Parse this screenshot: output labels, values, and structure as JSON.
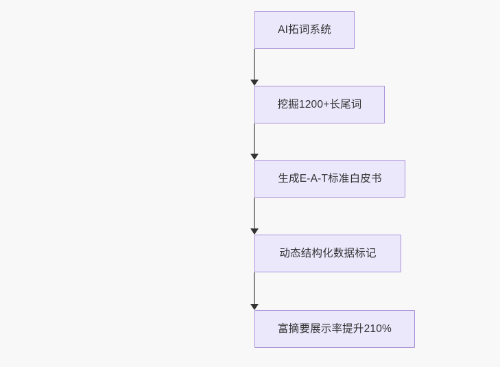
{
  "diagram": {
    "type": "flowchart",
    "direction": "top-to-bottom",
    "background_color": "#f8f8f8",
    "node_fill_color": "#ebe8fc",
    "node_border_color": "#a98fd8",
    "node_text_color": "#333333",
    "edge_line_color": "#888888",
    "edge_arrow_color": "#333333",
    "nodes": [
      {
        "id": "n0",
        "label": "AI拓词系统"
      },
      {
        "id": "n1",
        "label": "挖掘1200+长尾词"
      },
      {
        "id": "n2",
        "label": "生成E-A-T标准白皮书"
      },
      {
        "id": "n3",
        "label": "动态结构化数据标记"
      },
      {
        "id": "n4",
        "label": "富摘要展示率提升210%"
      }
    ],
    "edges": [
      {
        "from": "n0",
        "to": "n1",
        "label": ""
      },
      {
        "from": "n1",
        "to": "n2",
        "label": ""
      },
      {
        "from": "n2",
        "to": "n3",
        "label": ""
      },
      {
        "from": "n3",
        "to": "n4",
        "label": ""
      }
    ]
  }
}
